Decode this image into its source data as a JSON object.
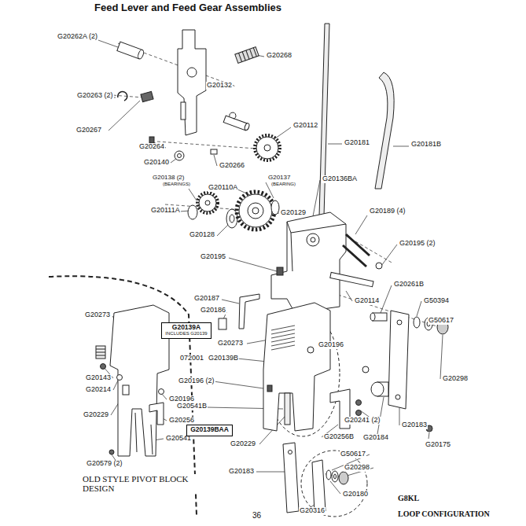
{
  "diagram": {
    "title": "Feed Lever and Feed Gear Assemblies",
    "nodes": [
      {
        "text": [
          "G20139A",
          "INCLUDES G20139"
        ]
      },
      {
        "text": [
          "G20139BAA"
        ]
      }
    ],
    "labels": [
      "G20262A (2)",
      "G20268",
      "G20132",
      "G20263 (2)",
      "G20112",
      "G20267",
      "G20181",
      "G20181B",
      "G20264",
      "G20140",
      "G20266",
      "G20138 (2)",
      "(BEARINGS)",
      "G20137",
      "(BEARING)",
      "G20136BA",
      "G20110A",
      "G20111A",
      "G20129",
      "G20189 (4)",
      "G20128",
      "G20195 (2)",
      "G20195",
      "G20261B",
      "G20187",
      "G20114",
      "G50394",
      "G20186",
      "G20273",
      "G50617",
      "G20273",
      "G20196",
      "072001",
      "G20139B",
      "G20143",
      "G20196 (2)",
      "G20298",
      "G20214",
      "G20196",
      "G20541B",
      "G20229",
      "G20256",
      "G20241 (2)",
      "G20183",
      "G20256B",
      "G20184",
      "G20541",
      "G20229",
      "G20175",
      "G50617",
      "G20579 (2)",
      "G20298",
      "G20183",
      "OLD STYLE PIVOT BLOCK DESIGN",
      "G20180",
      "G8KL",
      "LOOP CONFIGURATION",
      "G20316",
      "36"
    ]
  }
}
